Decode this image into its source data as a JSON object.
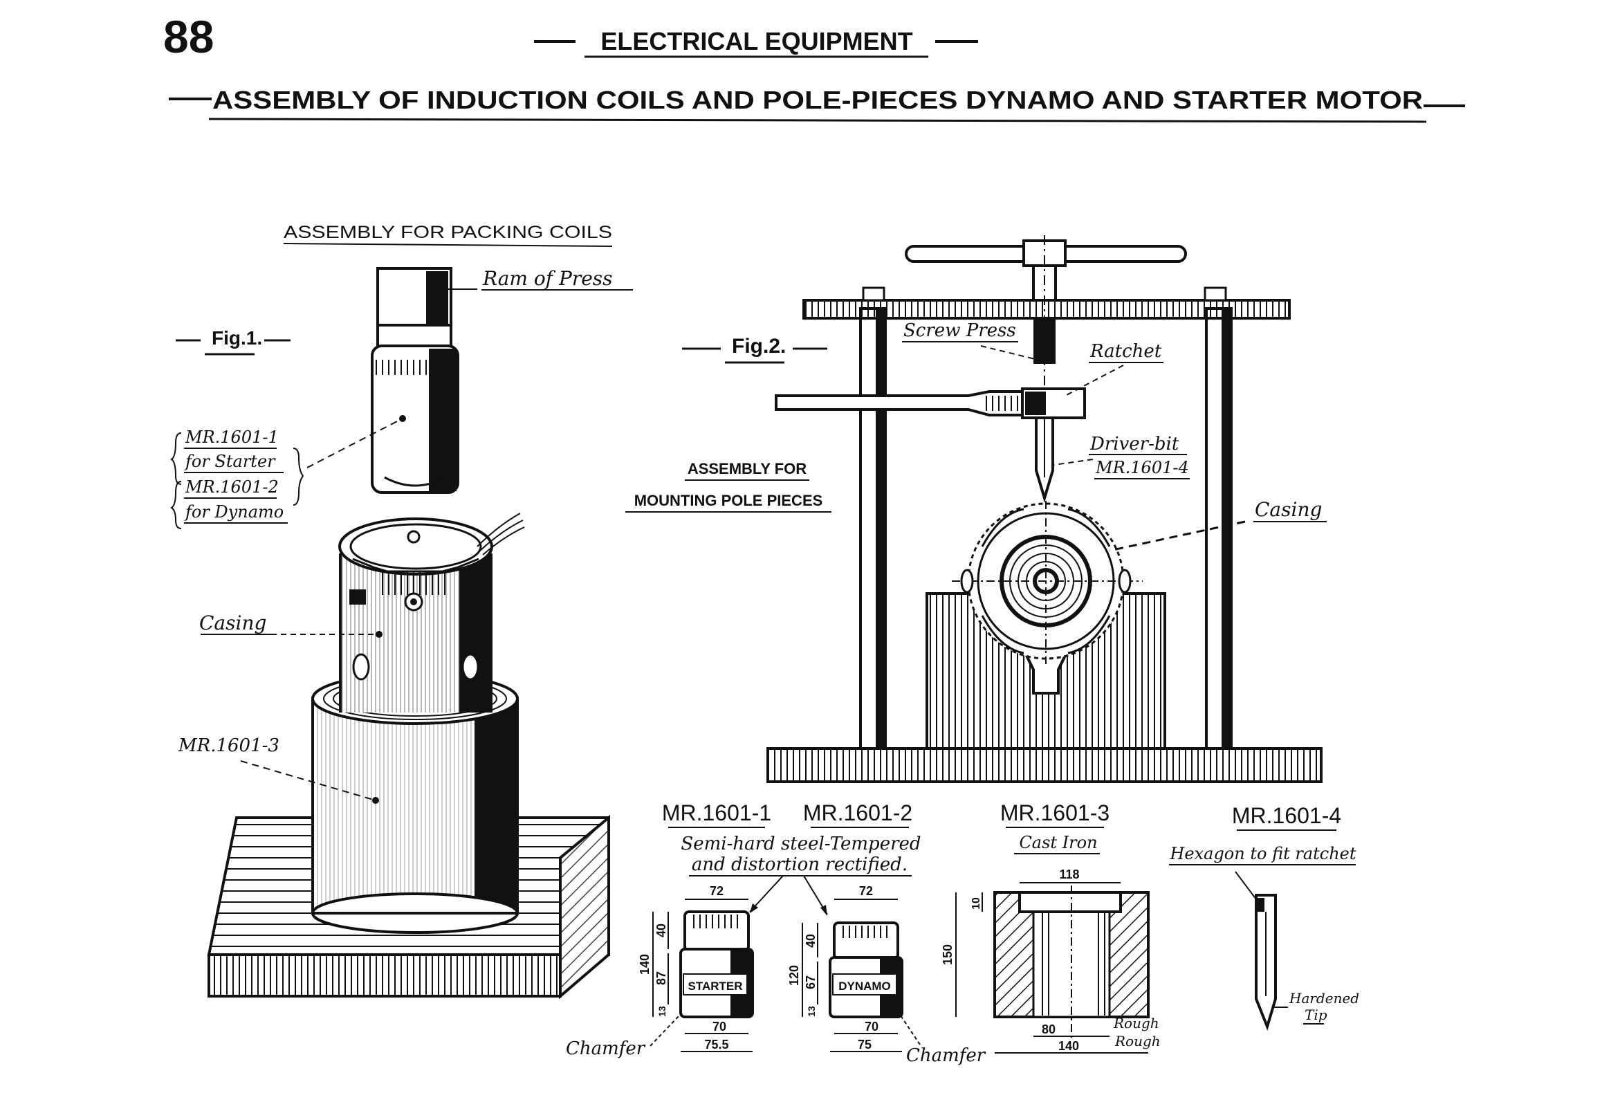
{
  "page": {
    "number": "88",
    "running_header": "ELECTRICAL EQUIPMENT",
    "title": "ASSEMBLY OF INDUCTION COILS AND POLE-PIECES DYNAMO AND STARTER MOTOR"
  },
  "fig1": {
    "caption": "ASSEMBLY FOR PACKING COILS",
    "figure_label": "Fig.1.",
    "ram_label": "Ram of Press",
    "part_a_number": "MR.1601-1",
    "part_a_use": "for Starter",
    "part_b_number": "MR.1601-2",
    "part_b_use": "for Dynamo",
    "casing_label": "Casing",
    "base_label": "MR.1601-3"
  },
  "fig2": {
    "figure_label": "Fig.2.",
    "caption_line1": "ASSEMBLY FOR",
    "caption_line2": "MOUNTING POLE PIECES",
    "screw_press_label": "Screw Press",
    "ratchet_label": "Ratchet",
    "driver_bit_label": "Driver-bit",
    "driver_bit_number": "MR.1601-4",
    "casing_label": "Casing"
  },
  "parts": {
    "p1": {
      "number": "MR.1601-1",
      "marking": "STARTER",
      "dims": {
        "top_dia": "72",
        "top_height": "40",
        "overall": "140",
        "body": "87",
        "lip": "13",
        "bore": "70",
        "outside": "75.5"
      },
      "chamfer": "Chamfer"
    },
    "p2": {
      "number": "MR.1601-2",
      "marking": "DYNAMO",
      "dims": {
        "top_dia": "72",
        "top_height": "40",
        "overall": "120",
        "body": "67",
        "lip": "13",
        "bore": "70",
        "outside": "75"
      },
      "chamfer": "Chamfer"
    },
    "material_note_line1": "Semi-hard steel-Tempered",
    "material_note_line2": "and distortion rectified.",
    "p3": {
      "number": "MR.1601-3",
      "material": "Cast Iron",
      "dims": {
        "top": "118",
        "step": "10",
        "height": "150",
        "bore": "80",
        "outside": "140"
      },
      "rough1": "Rough",
      "rough2": "Rough"
    },
    "p4": {
      "number": "MR.1601-4",
      "note": "Hexagon to fit ratchet",
      "tip_line1": "Hardened",
      "tip_line2": "Tip"
    }
  },
  "colors": {
    "ink": "#111111",
    "paper": "#ffffff"
  }
}
